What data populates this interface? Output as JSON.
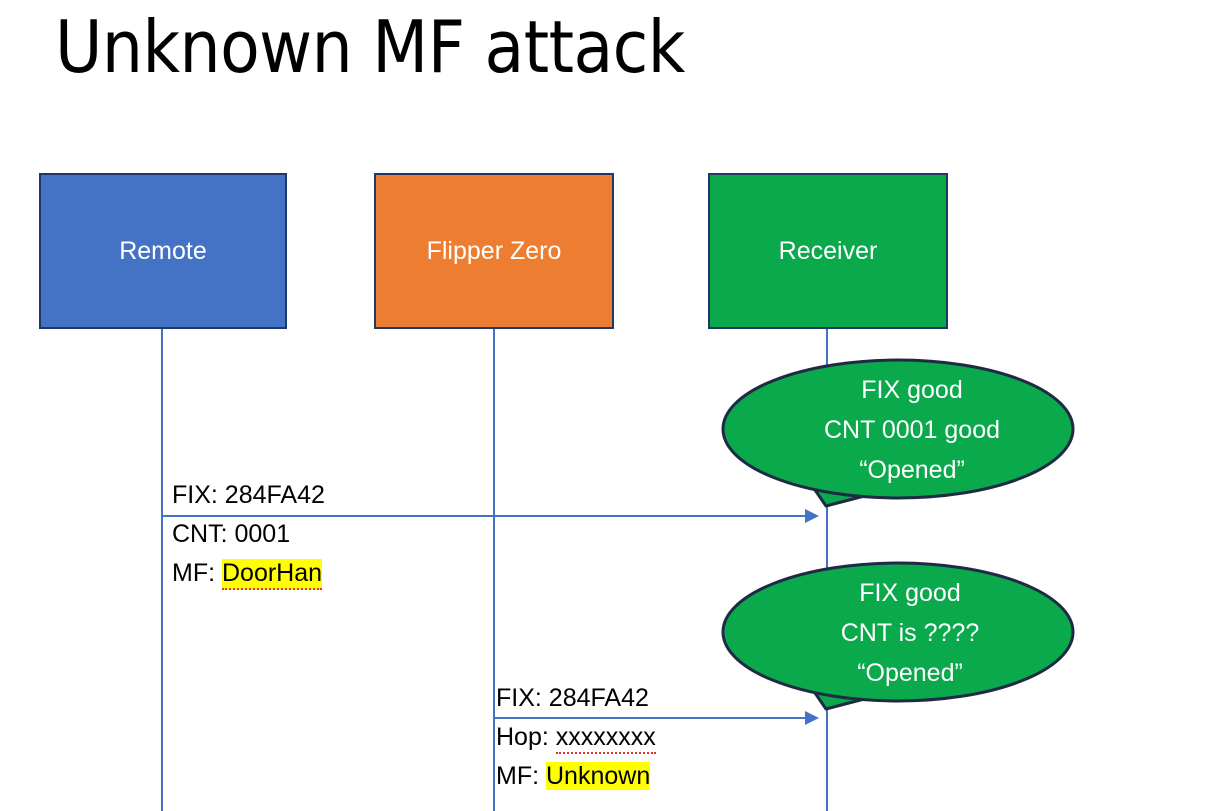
{
  "slide": {
    "title": "Unknown MF attack",
    "background_color": "#FFFFFF"
  },
  "colors": {
    "remote": "#4472C4",
    "flipper": "#ED7D31",
    "receiver": "#09A94C",
    "box_border": "#1F3864",
    "lifeline": "#4472C4",
    "arrow": "#4472C4",
    "highlight": "#FFFF00",
    "bubble_fill": "#09A94C",
    "bubble_border": "#1F2A44",
    "text": "#000000",
    "box_label": "#FFFFFF"
  },
  "actors": [
    {
      "id": "remote",
      "label": "Remote"
    },
    {
      "id": "flipper",
      "label": "Flipper Zero"
    },
    {
      "id": "receiver",
      "label": "Receiver"
    }
  ],
  "messages": [
    {
      "id": "msg-1",
      "from": "remote",
      "to": "receiver",
      "lines": [
        {
          "label": "FIX: ",
          "value": "284FA42",
          "highlight": false,
          "spell_error": false
        },
        {
          "label": "CNT: ",
          "value": "0001",
          "highlight": false,
          "spell_error": false
        },
        {
          "label": "MF: ",
          "value": "DoorHan",
          "highlight": true,
          "spell_error": true
        }
      ]
    },
    {
      "id": "msg-2",
      "from": "flipper",
      "to": "receiver",
      "lines": [
        {
          "label": "FIX: ",
          "value": "284FA42",
          "highlight": false,
          "spell_error": false
        },
        {
          "label": "Hop: ",
          "value": "xxxxxxxx",
          "highlight": false,
          "spell_error": true
        },
        {
          "label": "MF: ",
          "value": "Unknown",
          "highlight": true,
          "spell_error": false
        }
      ]
    }
  ],
  "callouts": [
    {
      "id": "callout-1",
      "attached_to": "receiver",
      "line1": "FIX good",
      "line2": "CNT 0001 good",
      "line3": "“Opened”"
    },
    {
      "id": "callout-2",
      "attached_to": "receiver",
      "line1": "FIX good",
      "line2": "CNT is ????",
      "line3": "“Opened”"
    }
  ]
}
